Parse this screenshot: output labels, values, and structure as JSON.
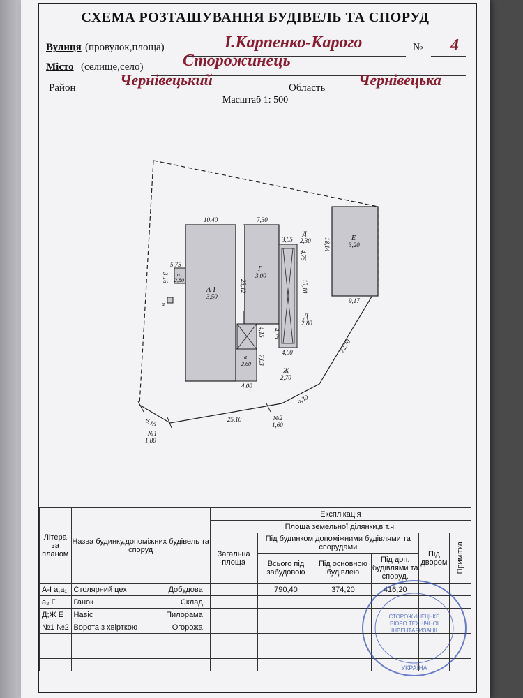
{
  "header": {
    "title": "СХЕМА РОЗТАШУВАННЯ БУДІВЕЛЬ ТА СПОРУД",
    "street_label_prefix": "Вулиця",
    "street_label_strike": "(провулок,площа)",
    "street_value": "І.Карпенко-Карого",
    "number_label": "№",
    "number_value": "4",
    "city_label_prefix": "Місто",
    "city_label_rest": "(селище,село)",
    "city_value": "Сторожинець",
    "district_label": "Район",
    "district_value": "Чернівецький",
    "region_label": "Область",
    "region_value": "Чернівецька",
    "scale": "Масштаб 1: 500"
  },
  "plan": {
    "labels": {
      "a_top": "10,40",
      "g_top": "7,30",
      "a_side": "25,12",
      "a_name": "А-І",
      "a_h": "3,50",
      "a1_w": "5,75",
      "a1_side": "3,16",
      "a1_name": "а₁",
      "a1_h": "2,80",
      "a_small": "а",
      "g_name": "Г",
      "g_h": "3,00",
      "d_top": "3,65",
      "d_name": "Д",
      "d_h": "2,30",
      "d_side": "4,75",
      "d_long": "15,10",
      "d2_name": "Д",
      "d2_h": "2,80",
      "d2_side": "4,75",
      "d2_bot": "4,00",
      "zh_side": "4,15",
      "zh_side2": "7,03",
      "zh_name": "Ж",
      "zh_h": "2,70",
      "a2_name": "а",
      "a2_h": "2,60",
      "a_bot": "4,00",
      "e_name": "Е",
      "e_h": "3,20",
      "e_side": "18,14",
      "e_bot": "9,17",
      "b_22": "22,70",
      "b_630": "6,30",
      "b_2510": "25,10",
      "b_610": "6,10",
      "gate1_name": "№1",
      "gate1_h": "1,80",
      "gate2_name": "№2",
      "gate2_h": "1,60"
    }
  },
  "explication": {
    "title": "Експлікація",
    "area_header": "Площа земельної ділянки,в т.ч.",
    "col_litera": "Літера за планом",
    "col_name": "Назва будинку,допоміжних будівель та споруд",
    "col_total": "Загальна площа",
    "col_under": "Під будинком,допоміжними будівлями та спорудами",
    "col_all": "Всього під забудовою",
    "col_main": "Під основною будівлею",
    "col_aux": "Під доп. будівлями та споруд.",
    "col_yard": "Під двором",
    "col_note": "Примітка",
    "rows": [
      {
        "lit1": "А-І а;а₁",
        "name1": "Столярний цех",
        "name2": "Добудова",
        "all": "790,40",
        "main": "374,20",
        "aux": "416,20"
      },
      {
        "lit1": "а₂  Г",
        "name1": "Ганок",
        "name2": "Склад",
        "all": "",
        "main": "",
        "aux": ""
      },
      {
        "lit1": "Д;Ж  Е",
        "name1": "Навіс",
        "name2": "Пилорама",
        "all": "",
        "main": "",
        "aux": ""
      },
      {
        "lit1": "№1  №2",
        "name1": "Ворота з хвірткою",
        "name2": "Огорожа",
        "all": "",
        "main": "",
        "aux": ""
      },
      {
        "lit1": "",
        "name1": "",
        "name2": "",
        "all": "",
        "main": "",
        "aux": ""
      },
      {
        "lit1": "",
        "name1": "",
        "name2": "",
        "all": "",
        "main": "",
        "aux": ""
      },
      {
        "lit1": "",
        "name1": "",
        "name2": "",
        "all": "",
        "main": "",
        "aux": ""
      }
    ]
  },
  "stamp": {
    "line1": "СТОРОЖИНЕЦЬКЕ",
    "line2": "БЮРО ТЕХНІЧНОЇ",
    "line3": "ІНВЕНТАРИЗАЦІЇ",
    "ring": "УКРАЇНА"
  },
  "colors": {
    "ink": "#8a1a2d",
    "stamp": "#3a56b8",
    "hatch": "#c9c9cf"
  }
}
